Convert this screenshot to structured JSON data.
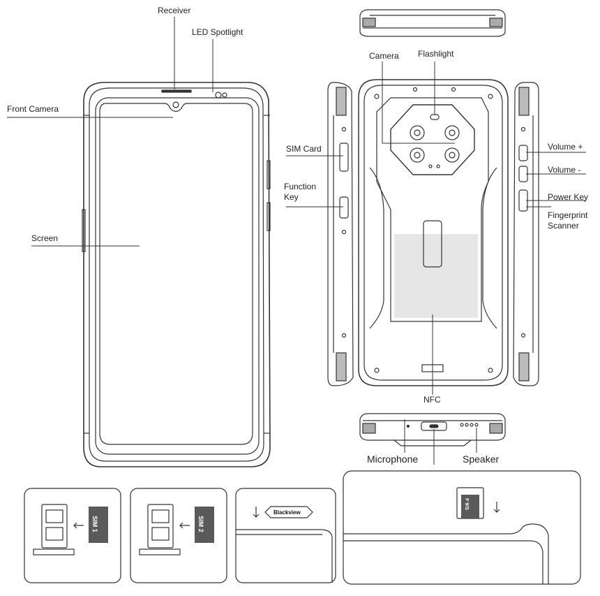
{
  "labels": {
    "receiver": "Receiver",
    "led_spotlight": "LED Spotlight",
    "front_camera": "Front Camera",
    "screen": "Screen",
    "camera": "Camera",
    "flashlight": "Flashlight",
    "sim_card": "SIM Card",
    "function_key_line1": "Function",
    "function_key_line2": "Key",
    "volume_up": "Volume +",
    "volume_down": "Volume -",
    "power_key": "Power Key",
    "fingerprint_line1": "Fingerprint",
    "fingerprint_line2": "Scanner",
    "nfc": "NFC",
    "microphone": "Microphone",
    "speaker": "Speaker"
  },
  "insets": {
    "sim1_tag": "SIM 1",
    "sim2_tag": "SIM 2",
    "logo_text": "Blackview",
    "card_tag": "F 9/S"
  },
  "colors": {
    "line": "#333333",
    "light_line": "#777777",
    "nfc_area": "#e6e6e6",
    "sim_card": "#5a5a5a"
  }
}
